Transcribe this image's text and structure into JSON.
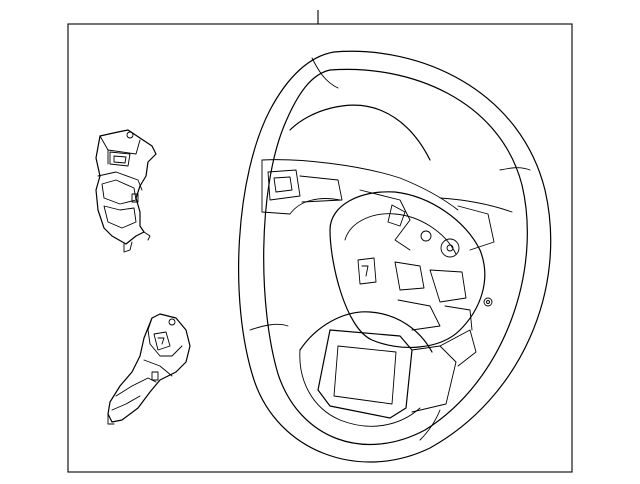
{
  "diagram": {
    "type": "exploded-parts-diagram",
    "subject": "steering-wheel",
    "parts": [
      "steering-wheel-assembly",
      "left-switch-assembly-upper",
      "left-switch-assembly-lower"
    ],
    "colors": {
      "line": "#000000",
      "background": "#ffffff"
    }
  }
}
